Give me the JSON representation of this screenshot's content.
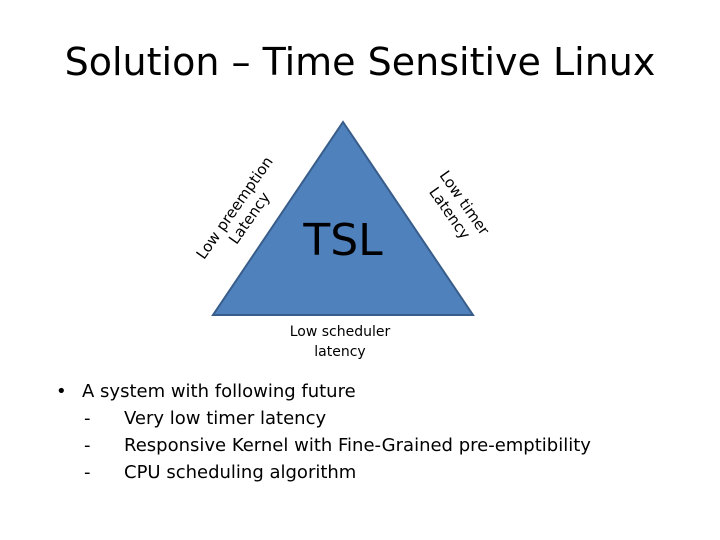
{
  "title": "Solution – Time Sensitive Linux",
  "diagram": {
    "center_label": "TSL",
    "left_edge": {
      "line1": "Low preemption",
      "line2": "Latency"
    },
    "right_edge": {
      "line1": "Low timer",
      "line2": "Latency"
    },
    "bottom_edge": {
      "line1": "Low scheduler",
      "line2": "latency"
    },
    "colors": {
      "fill": "#4f81bd",
      "stroke": "#385d8a"
    }
  },
  "bullets": {
    "main_marker": "•",
    "main_text": "A system with following future",
    "sub_marker": "-",
    "sub_items": [
      "Very low timer latency",
      "Responsive Kernel with Fine-Grained pre-emptibility",
      "CPU scheduling algorithm"
    ]
  }
}
